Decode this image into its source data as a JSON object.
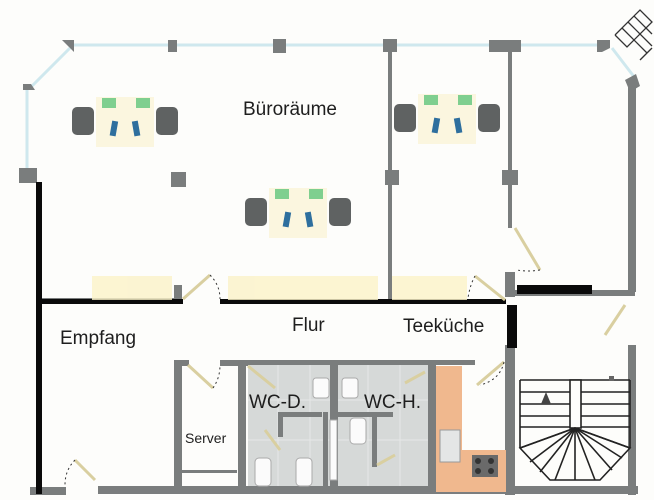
{
  "floorplan": {
    "title": "Büroräume",
    "colors": {
      "wall_black": "#0a0a0a",
      "wall_gray": "#7a7d7d",
      "window_line": "#cfe8ee",
      "tile_gray": "#d6d9d8",
      "kitchen_counter": "#f0b88e",
      "desk_cream": "#fbf6df",
      "monitor_green": "#7fcf8f",
      "keyboard_blue": "#2e6f9e",
      "chair_gray": "#5f6262",
      "door_swing": "#d9cfa0"
    },
    "rooms": [
      {
        "id": "bueroraeume",
        "label": "Büroräume"
      },
      {
        "id": "empfang",
        "label": "Empfang"
      },
      {
        "id": "flur",
        "label": "Flur"
      },
      {
        "id": "teekueche",
        "label": "Teeküche"
      },
      {
        "id": "wc-d",
        "label": "WC-D."
      },
      {
        "id": "wc-h",
        "label": "WC-H."
      },
      {
        "id": "server",
        "label": "Server"
      }
    ],
    "furniture": {
      "desk_groups": 3,
      "toilets": 4,
      "sinks": 3,
      "stove_burners": 4
    },
    "icons": [
      "desk-group-icon",
      "toilet-icon",
      "sink-icon",
      "stove-icon",
      "staircase-icon",
      "stair-direction-arrow-icon",
      "door-swing-icon",
      "window-icon",
      "balcony-railing-icon"
    ]
  }
}
